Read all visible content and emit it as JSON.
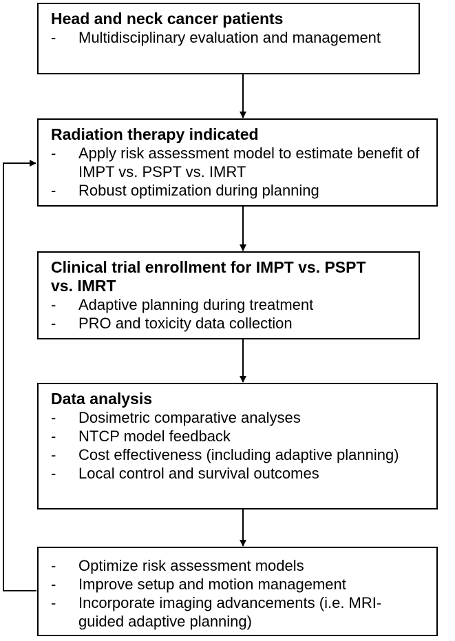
{
  "boxes": [
    {
      "title": "Head and neck cancer patients",
      "items": [
        "Multidisciplinary evaluation and management"
      ]
    },
    {
      "title": "Radiation therapy indicated",
      "items": [
        "Apply risk assessment model to estimate benefit of IMPT vs. PSPT vs. IMRT",
        "Robust optimization during planning"
      ]
    },
    {
      "title": "Clinical trial enrollment for IMPT vs. PSPT vs. IMRT",
      "items": [
        "Adaptive planning during treatment",
        "PRO and toxicity data collection"
      ]
    },
    {
      "title": "Data analysis",
      "items": [
        "Dosimetric comparative analyses",
        "NTCP model feedback",
        "Cost effectiveness (including adaptive planning)",
        "Local control and survival outcomes"
      ]
    },
    {
      "title": "",
      "items": [
        "Optimize risk assessment models",
        "Improve setup and motion management",
        "Incorporate imaging advancements (i.e. MRI-guided adaptive planning)"
      ]
    }
  ],
  "dash": "-"
}
